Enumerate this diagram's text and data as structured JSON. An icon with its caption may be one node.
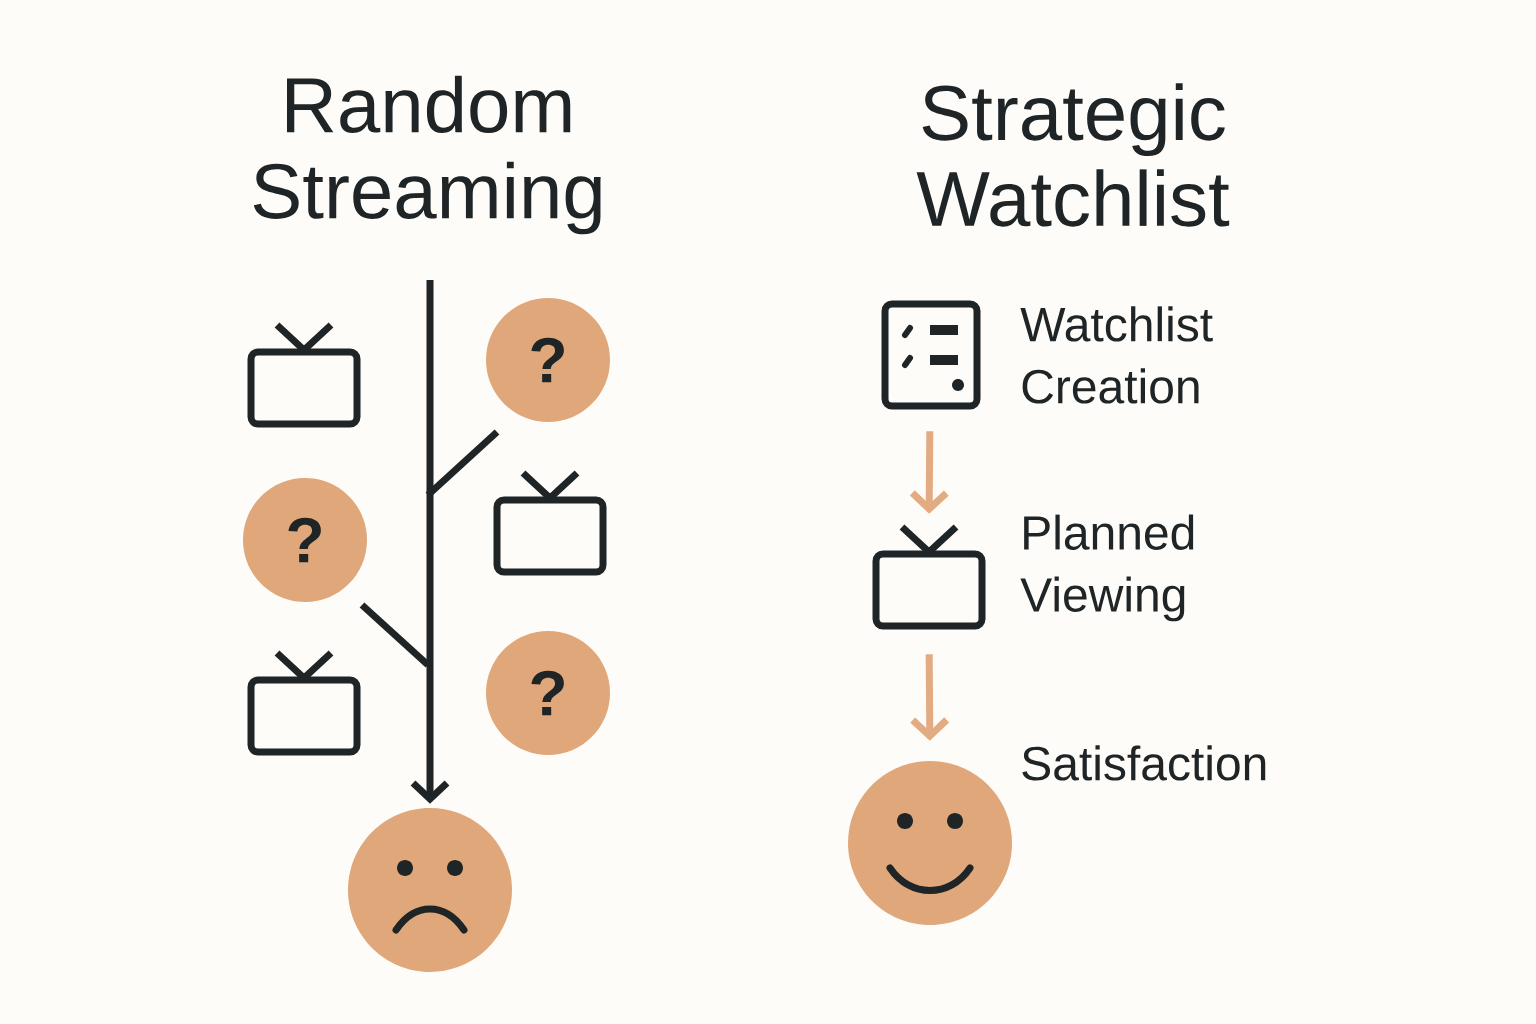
{
  "diagram": {
    "nodes": [
      {
        "text": [],
        "shape": "television"
      },
      {
        "text": [
          "?"
        ]
      },
      {
        "text": [
          "?"
        ]
      },
      {
        "text": [],
        "shape": "television"
      },
      {
        "text": [],
        "shape": "television"
      },
      {
        "text": [
          "?"
        ]
      },
      {
        "text": [],
        "shape": "face"
      },
      {
        "text": [],
        "shape": "checklist",
        "beside": [
          "Watchlist Creation"
        ]
      },
      {
        "text": [],
        "shape": "television",
        "beside": [
          "Planned Viewing"
        ]
      },
      {
        "text": [],
        "shape": "face",
        "beside": [
          "Satisfaction"
        ]
      }
    ],
    "edges": [
      {
        "from": null,
        "to": 6,
        "arrow": "to",
        "color": "#1f2426"
      },
      {
        "from": 7,
        "to": 8,
        "arrow": "to",
        "color": "#e2ab82"
      },
      {
        "from": 8,
        "to": 9,
        "arrow": "to",
        "color": "#e2ab82"
      }
    ],
    "labels": [
      "Random Streaming",
      "Strategic Watchlist"
    ]
  }
}
